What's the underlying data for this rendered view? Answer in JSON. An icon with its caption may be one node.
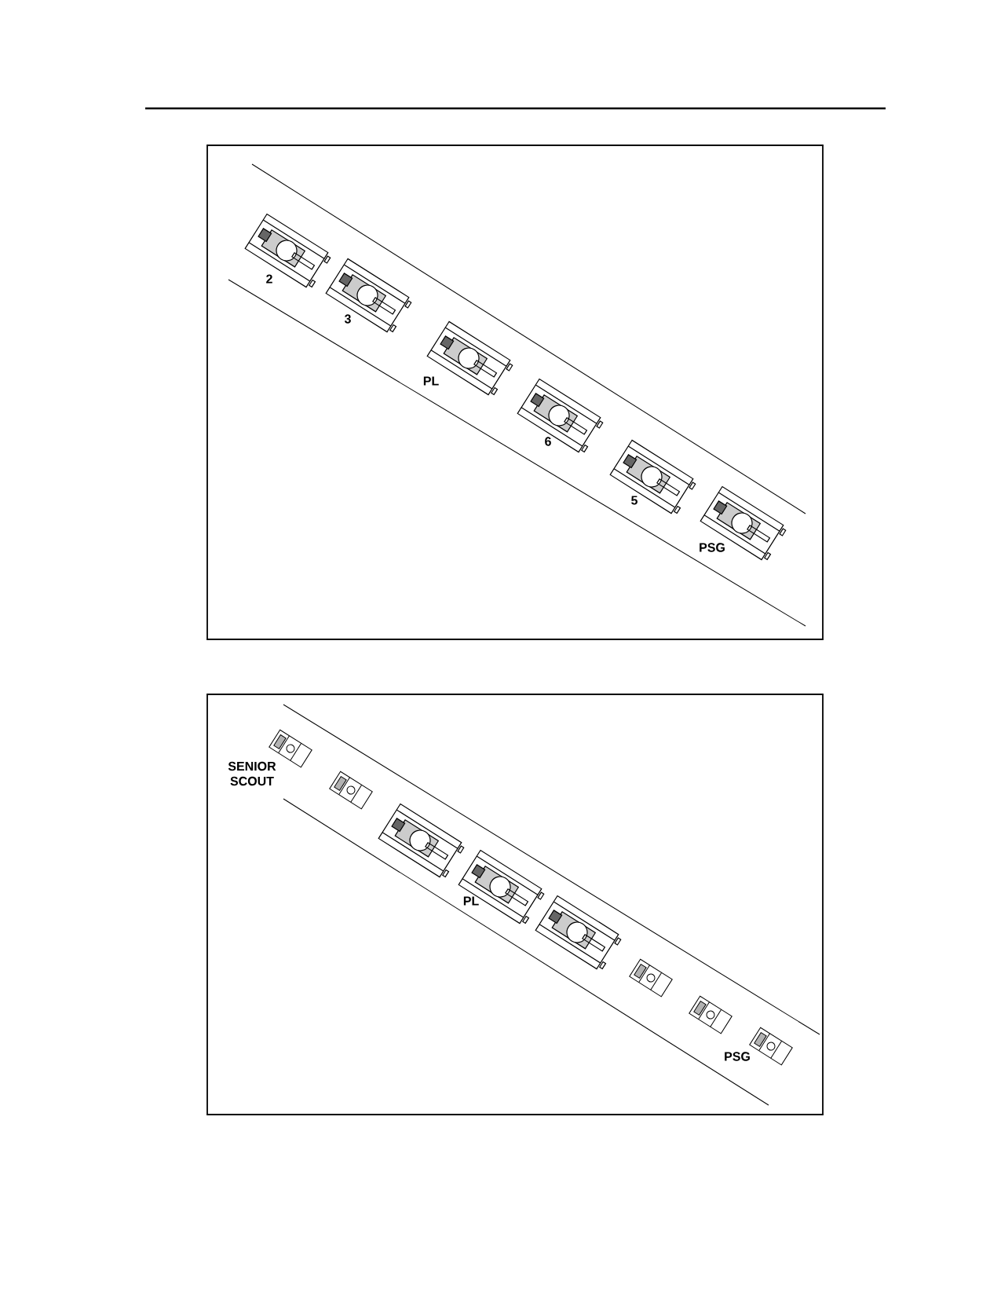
{
  "diagram": {
    "labels": [
      "2",
      "3",
      "PL",
      "6",
      "5",
      "PSG",
      "SENIOR SCOUT",
      "PL",
      "PSG"
    ]
  }
}
